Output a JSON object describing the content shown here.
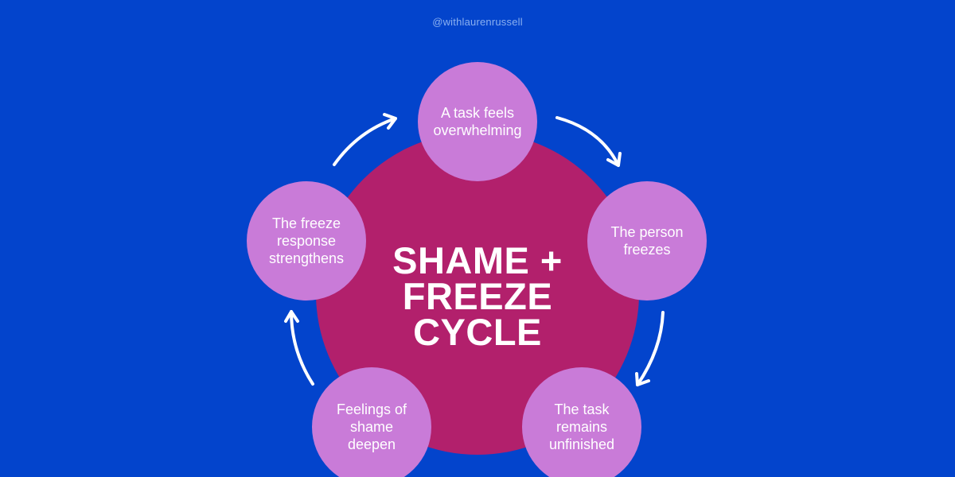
{
  "handle": "@withlaurenrussell",
  "colors": {
    "background": "#0344CC",
    "center": "#B2206C",
    "node": "#C97BD8",
    "text": "#FFFFFF",
    "handle": "#8BB0F0"
  },
  "title_lines": [
    "SHAME +",
    "FREEZE",
    "CYCLE"
  ],
  "nodes": [
    {
      "lines": [
        "A task feels",
        "overwhelming"
      ]
    },
    {
      "lines": [
        "The person",
        "freezes"
      ]
    },
    {
      "lines": [
        "The task",
        "remains",
        "unfinished"
      ]
    },
    {
      "lines": [
        "Feelings of",
        "shame",
        "deepen"
      ]
    },
    {
      "lines": [
        "The freeze",
        "response",
        "strengthens"
      ]
    }
  ],
  "cycle_direction": "clockwise"
}
